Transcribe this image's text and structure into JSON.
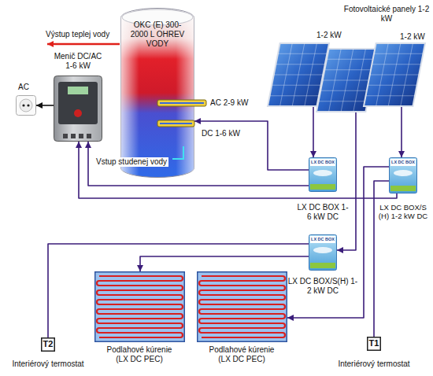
{
  "diagram": {
    "nodes": [
      {
        "text": [
          "OKC (E) 300-2000 L OHREV VODY"
        ]
      },
      {
        "text": [
          "Fotovoltaické panely 1-2 kW"
        ]
      },
      {
        "text": [
          "1-2 kW"
        ]
      },
      {
        "text": [
          "1-2 kW"
        ]
      },
      {
        "text": [
          "Menič DC/AC 1-6 kW"
        ]
      },
      {
        "text": [
          "AC"
        ]
      },
      {
        "text": [
          "LX DC BOX",
          "LX DC BOX 1-6 kW DC"
        ]
      },
      {
        "text": [
          "LX DC BOX",
          "LX DC BOX/S (H) 1-2 kW DC"
        ]
      },
      {
        "text": [
          "LX DC BOX",
          "LX DC BOX/S(H) 1-2 kW DC"
        ]
      },
      {
        "text": [
          "Podlahové kúrenie (LX DC PEC)"
        ]
      },
      {
        "text": [
          "Podlahové kúrenie (LX DC PEC)"
        ]
      },
      {
        "text": [
          "T2",
          "Interiérový termostat"
        ]
      },
      {
        "text": [
          "T1",
          "Interiérový termostat"
        ]
      }
    ],
    "edges": [
      {
        "from": 2,
        "to": 6,
        "arrow": "to"
      },
      {
        "from": 1,
        "to": 8,
        "arrow": "to"
      },
      {
        "from": 3,
        "to": 7,
        "arrow": "to"
      },
      {
        "from": 6,
        "to": 0,
        "arrow": "to"
      },
      {
        "from": 6,
        "to": 4,
        "arrow": "to"
      },
      {
        "from": 7,
        "to": 4,
        "arrow": "to"
      },
      {
        "from": 7,
        "to": 10,
        "arrow": "to"
      },
      {
        "from": 7,
        "to": 12,
        "arrow": "none"
      },
      {
        "from": 8,
        "to": 9,
        "arrow": "to"
      },
      {
        "from": 8,
        "to": 11,
        "arrow": "none"
      },
      {
        "from": 4,
        "to": 5,
        "arrow": "to"
      }
    ],
    "labels": [
      "Výstup teplej vody",
      "Vstup studenej vody",
      "AC 2-9 kW",
      "DC 1-6 kW"
    ]
  }
}
